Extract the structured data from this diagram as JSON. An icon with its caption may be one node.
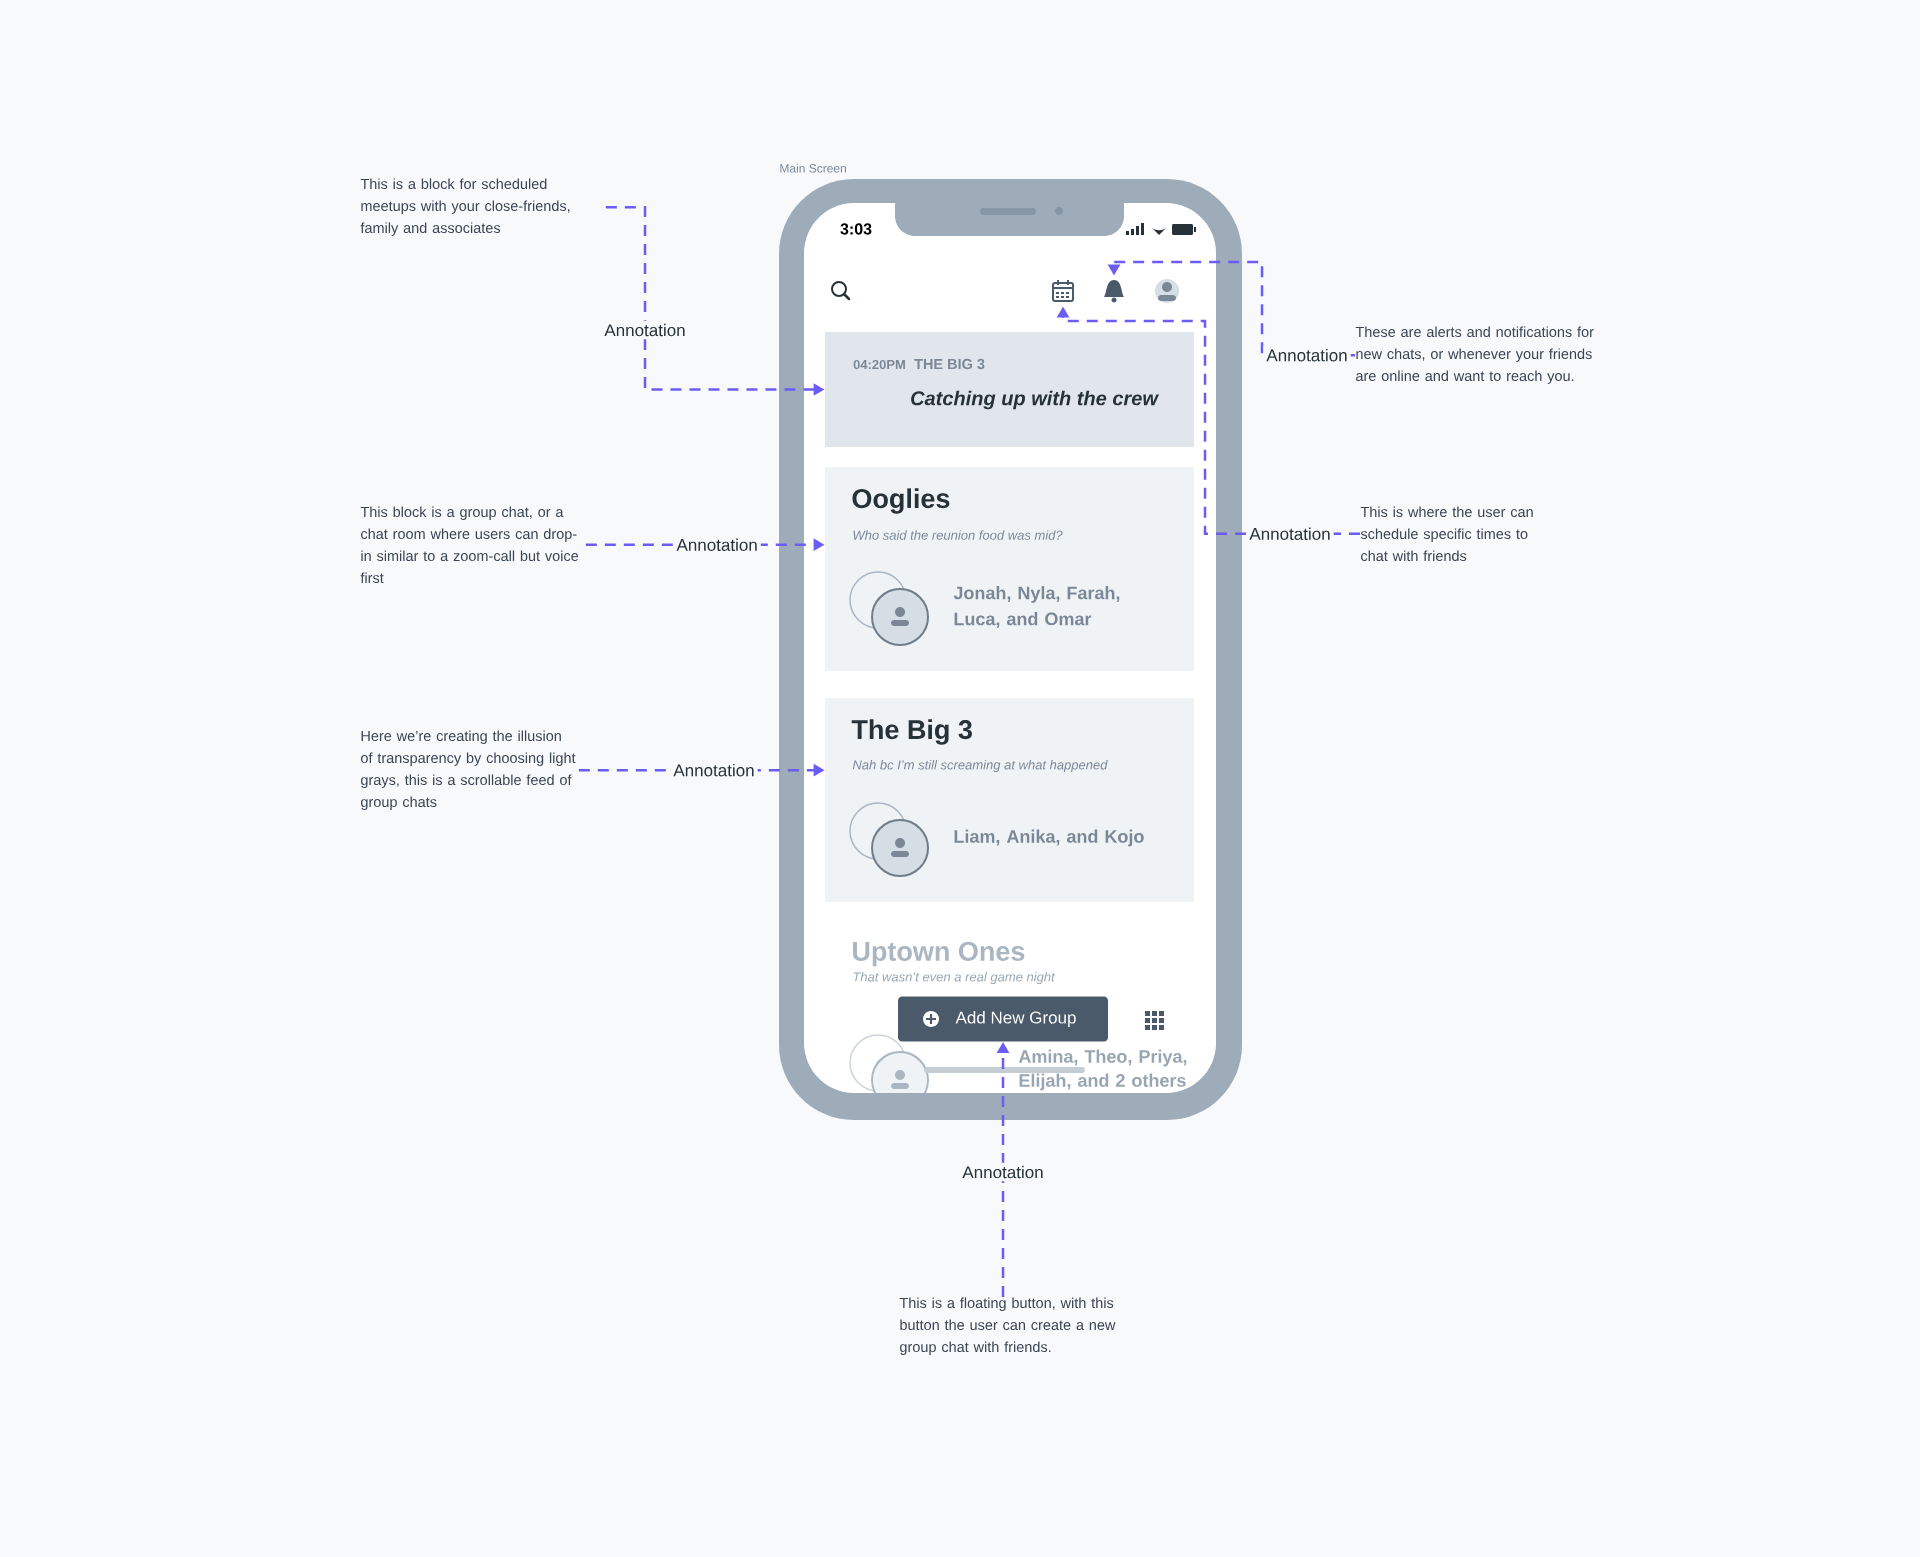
{
  "diagram": {
    "nodes": [
      {
        "text": [
          "This is a block for scheduled meetups with your close-friends, family and associates"
        ]
      },
      {
        "text": [
          "Main Screen"
        ]
      },
      {
        "text": [
          "04:20PM",
          "THE BIG 3",
          "Catching up with the crew"
        ],
        "in": 1
      },
      {
        "text": [],
        "shape": "picture",
        "in": 1
      },
      {
        "text": [],
        "shape": "picture",
        "in": 1
      },
      {
        "text": [
          "These are alerts and notifications for new chats, or whenever your friends are online and want to reach you."
        ]
      },
      {
        "text": [
          "This block is a group chat, or a chat room where users can drop-in similar to a zoom-call but voice first"
        ]
      },
      {
        "text": [
          "Ooglies",
          "Who said the reunion food was mid?",
          "Jonah, Nyla, Farah, Luca, and Omar"
        ],
        "in": 1
      },
      {
        "text": [
          "This is where the user can schedule specific times to chat with friends"
        ]
      },
      {
        "text": [
          "Here we’re creating the illusion of transparency by choosing light grays, this is a scrollable feed of group chats"
        ]
      },
      {
        "text": [
          "The Big 3",
          "Nah bc I’m still screaming at what happened",
          "Liam, Anika, and Kojo"
        ],
        "in": 1
      },
      {
        "text": [
          "Add New Group"
        ],
        "in": 1
      },
      {
        "text": [
          "This is a floating button, with this button the user can create a new group chat with friends."
        ]
      }
    ],
    "edges": [
      {
        "from": 0,
        "to": 2,
        "arrow": "to",
        "label": "Annotation",
        "style": "dashed"
      },
      {
        "from": 6,
        "to": 7,
        "arrow": "to",
        "label": "Annotation",
        "style": "dashed"
      },
      {
        "from": 9,
        "to": 10,
        "arrow": "to",
        "label": "Annotation",
        "style": "dashed"
      },
      {
        "from": 5,
        "to": 4,
        "arrow": "to",
        "label": "Annotation",
        "style": "dashed"
      },
      {
        "from": 8,
        "to": 3,
        "arrow": "to",
        "label": "Annotation",
        "style": "dashed"
      },
      {
        "from": 12,
        "to": 11,
        "arrow": "to",
        "label": "Annotation",
        "style": "dashed"
      }
    ],
    "labels": [
      "3:03",
      "Uptown Ones",
      "That wasn’t even a real game night",
      "Amina, Theo, Priya, Elijah, and 2 others"
    ]
  }
}
